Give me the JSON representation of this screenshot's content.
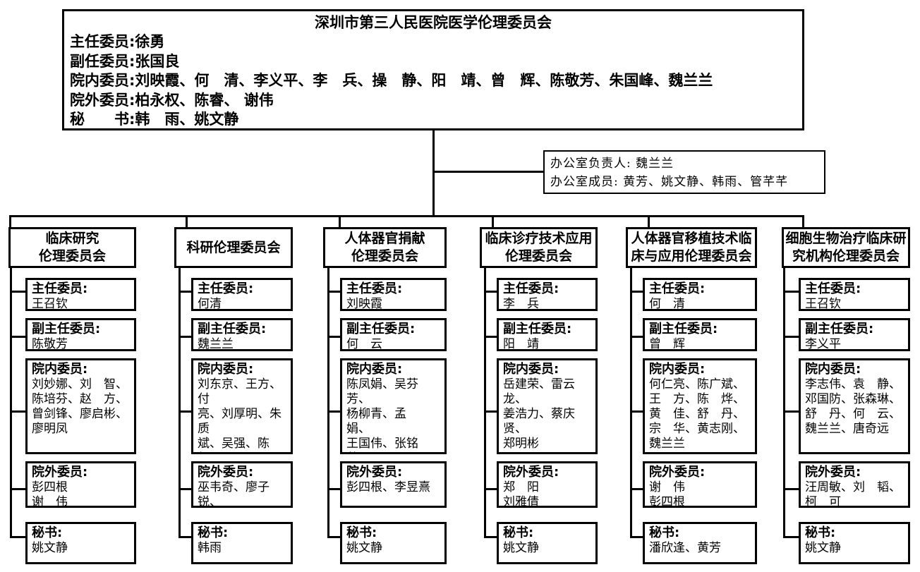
{
  "colors": {
    "line": "#000000",
    "background": "#ffffff",
    "text": "#000000"
  },
  "main_committee": {
    "title": "深圳市第三人民医院医学伦理委员会",
    "rows": [
      "主任委员:徐勇",
      "副任委员:张国良",
      "院内委员:刘映霞、何　清、李义平、李　兵、操　静、阳　靖、曾　辉、陈敬芳、朱国峰、魏兰兰",
      "院外委员:柏永权、陈睿、 谢伟",
      "秘　　书:韩　雨、姚文静"
    ]
  },
  "office": {
    "leader_row": "办公室负责人: 魏兰兰",
    "members_row": "办公室成员: 黄芳、姚文静、韩雨、管芊芊"
  },
  "committees": [
    {
      "title": "临床研究\n伦理委员会",
      "sections": [
        {
          "label": "主任委员:",
          "names": "王召钦"
        },
        {
          "label": "副主任委员:",
          "names": "陈敬芳"
        },
        {
          "label": "院内委员:",
          "names": "刘妙娜、刘　智、\n陈培芬、赵　方、\n曾剑锋、廖启彬、\n廖明凤"
        },
        {
          "label": "院外委员:",
          "names": "彭四根\n谢　伟"
        },
        {
          "label": "秘书:",
          "names": "姚文静"
        }
      ]
    },
    {
      "title": "科研伦理委员会",
      "sections": [
        {
          "label": "主任委员:",
          "names": "何清"
        },
        {
          "label": "副主任委员:",
          "names": "魏兰兰"
        },
        {
          "label": "院内委员:",
          "names": "刘东京、王方、付\n亮、刘厚明、朱质\n斌、吴强、陈超、\n刘威龙"
        },
        {
          "label": "院外委员:",
          "names": "巫韦奇、廖子锐、\n郭恩林"
        },
        {
          "label": "秘书:",
          "names": "韩雨"
        }
      ]
    },
    {
      "title": "人体器官捐献\n伦理委员会",
      "sections": [
        {
          "label": "主任委员:",
          "names": "刘映霞"
        },
        {
          "label": "副主任委员:",
          "names": "何　云"
        },
        {
          "label": "院内委员:",
          "names": "陈凤娟、吴芬芳、\n杨柳青、孟　娟、\n王国伟、张铭芙、\n郑优柔"
        },
        {
          "label": "院外委员:",
          "names": "彭四根、李昱熹"
        },
        {
          "label": "秘书:",
          "names": "姚文静"
        }
      ]
    },
    {
      "title": "临床诊疗技术应用\n伦理委员会",
      "sections": [
        {
          "label": "主任委员:",
          "names": "李　兵"
        },
        {
          "label": "副主任委员:",
          "names": "阳　靖"
        },
        {
          "label": "院内委员:",
          "names": "岳建荣、雷云龙、\n姜浩力、蔡庆贤、\n郑明彬"
        },
        {
          "label": "院外委员:",
          "names": "郑　阳\n刘雅倩"
        },
        {
          "label": "秘书:",
          "names": "姚文静"
        }
      ]
    },
    {
      "title": "人体器官移植技术临\n床与应用伦理委员会",
      "sections": [
        {
          "label": "主任委员:",
          "names": "何　清"
        },
        {
          "label": "副主任委员:",
          "names": "曾　辉"
        },
        {
          "label": "院内委员:",
          "names": "何仁亮、陈广斌、\n王　方、陈　烨、\n黄　佳、舒　丹、\n宗　华、黄志刚、\n魏兰兰"
        },
        {
          "label": "院外委员:",
          "names": "谢　伟\n彭四根"
        },
        {
          "label": "秘书:",
          "names": "潘欣逢、黄芳"
        }
      ]
    },
    {
      "title": "细胞生物治疗临床研\n究机构伦理委员会",
      "sections": [
        {
          "label": "主任委员:",
          "names": "王召钦"
        },
        {
          "label": "副主任委员:",
          "names": "李义平"
        },
        {
          "label": "院内委员:",
          "names": "李志伟、袁　静、\n邓国防、张森琳、\n舒　丹、何　云、\n魏兰兰、唐奇远"
        },
        {
          "label": "院外委员:",
          "names": "汪周敏、刘　韬、\n柯　可"
        },
        {
          "label": "秘书:",
          "names": "姚文静"
        }
      ]
    }
  ]
}
